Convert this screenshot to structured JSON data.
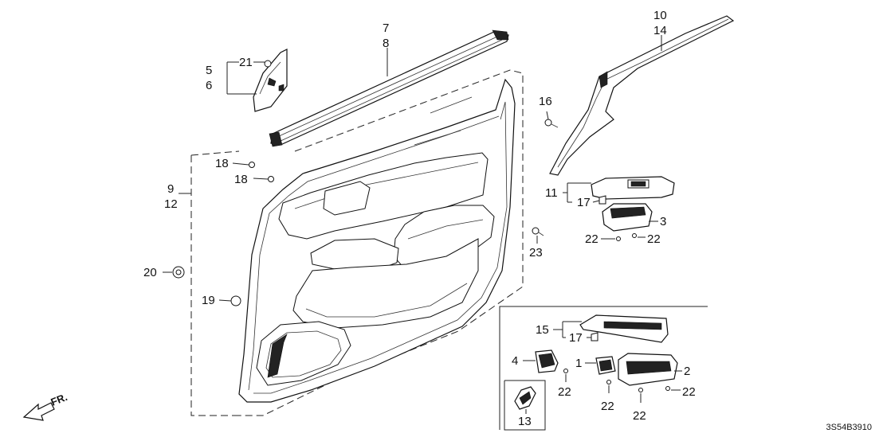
{
  "labels": {
    "p1": "1",
    "p2": "2",
    "p3": "3",
    "p4": "4",
    "p5": "5",
    "p6": "6",
    "p7": "7",
    "p8": "8",
    "p9": "9",
    "p10": "10",
    "p11": "11",
    "p12": "12",
    "p13": "13",
    "p14": "14",
    "p15": "15",
    "p16": "16",
    "p17a": "17",
    "p17b": "17",
    "p18a": "18",
    "p18b": "18",
    "p19": "19",
    "p20": "20",
    "p21": "21",
    "p22a": "22",
    "p22b": "22",
    "p22c": "22",
    "p22d": "22",
    "p22e": "22",
    "p22f": "22",
    "p23": "23"
  },
  "direction_label": "FR.",
  "diagram_code": "3S54B3910"
}
